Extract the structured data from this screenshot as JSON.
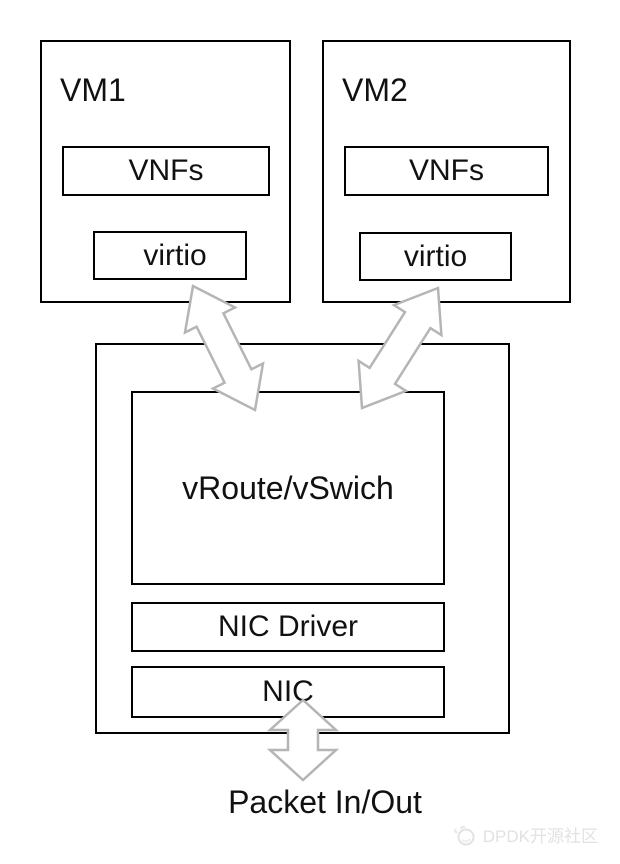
{
  "vm1": {
    "label": "VM1",
    "vnfs_label": "VNFs",
    "virtio_label": "virtio"
  },
  "vm2": {
    "label": "VM2",
    "vnfs_label": "VNFs",
    "virtio_label": "virtio"
  },
  "host": {
    "vroute_label": "vRoute/vSwich",
    "nic_driver_label": "NIC Driver",
    "nic_label": "NIC"
  },
  "footer": {
    "packet_io_label": "Packet In/Out"
  },
  "watermark": {
    "text": "DPDK开源社区",
    "logo_icon": "dpdk-community-logo"
  },
  "colors": {
    "background": "#ffffff",
    "box_border": "#000000",
    "text": "#111111",
    "arrow_fill": "#ffffff",
    "arrow_stroke": "#b5b5b5",
    "watermark_text": "#e2e2e2"
  }
}
